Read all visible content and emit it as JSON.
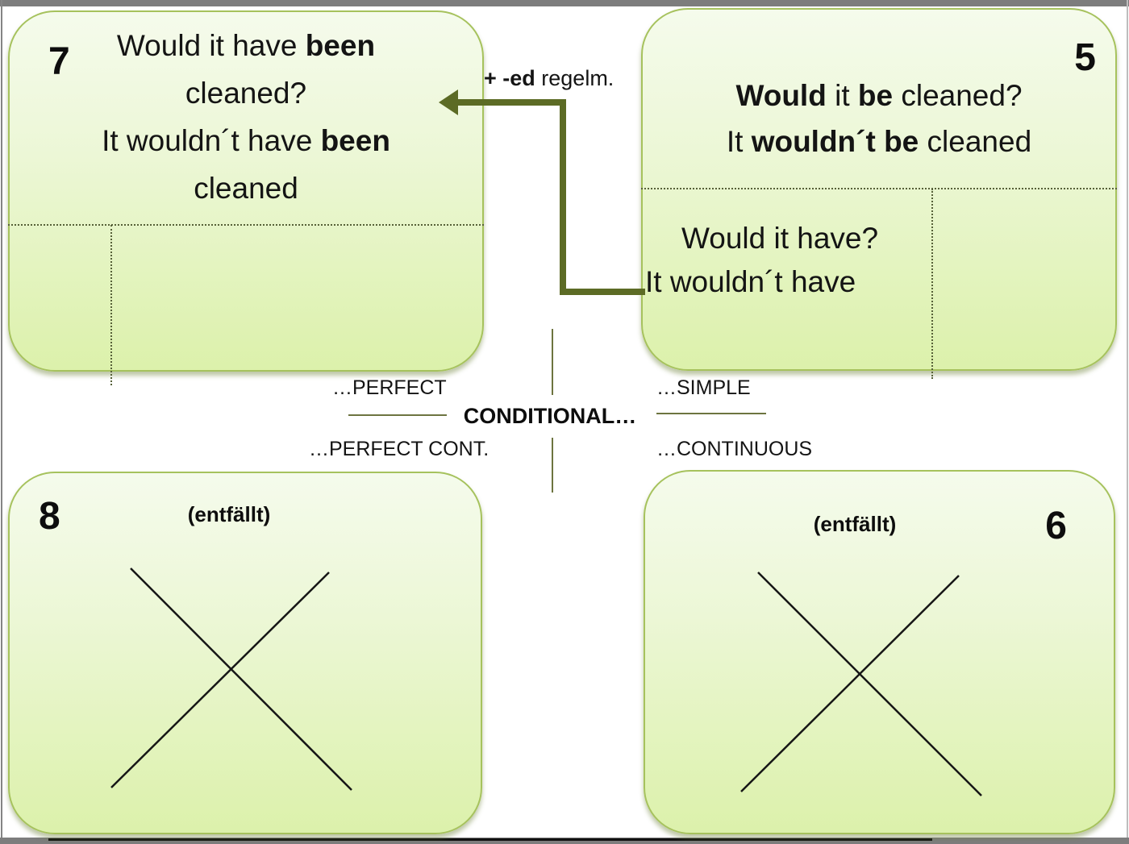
{
  "slide": {
    "center": {
      "title": "CONDITIONAL…",
      "branch_top_left": "…PERFECT",
      "branch_top_right": "…SIMPLE",
      "branch_bottom_left": "…PERFECT CONT.",
      "branch_bottom_right": "…CONTINUOUS"
    },
    "arrow": {
      "label": [
        {
          "t": "+ -ed",
          "b": true
        },
        {
          "t": " regelm.",
          "b": false
        }
      ]
    },
    "boxes": {
      "box7": {
        "number": "7",
        "lines": [
          [
            {
              "t": "Would it have ",
              "b": false
            },
            {
              "t": "been",
              "b": true
            }
          ],
          [
            {
              "t": "cleaned?",
              "b": false
            }
          ],
          [
            {
              "t": "It wouldn´t have ",
              "b": false
            },
            {
              "t": "been",
              "b": true
            }
          ],
          [
            {
              "t": "cleaned",
              "b": false
            }
          ]
        ]
      },
      "box5": {
        "number": "5",
        "lines": [
          [
            {
              "t": "Would",
              "b": true
            },
            {
              "t": " it ",
              "b": false
            },
            {
              "t": "be",
              "b": true
            },
            {
              "t": " cleaned?",
              "b": false
            }
          ],
          [
            {
              "t": "It ",
              "b": false
            },
            {
              "t": "wouldn´t be",
              "b": true
            },
            {
              "t": " cleaned",
              "b": false
            }
          ]
        ],
        "sub_line1": "Would it have?",
        "sub_line2": "It wouldn´t have"
      },
      "box8": {
        "number": "8",
        "label": "(entfällt)"
      },
      "box6": {
        "number": "6",
        "label": "(entfällt)"
      }
    },
    "colors": {
      "box_border": "#a6c25d",
      "box_fill_top": "#f5fbec",
      "box_fill_bottom": "#dcf1ab",
      "arrow": "#5c6b25",
      "connector_line": "#6d7440",
      "dotted_divider": "#566038",
      "frame_gray": "#7d7d7d",
      "text": "#141414"
    }
  }
}
